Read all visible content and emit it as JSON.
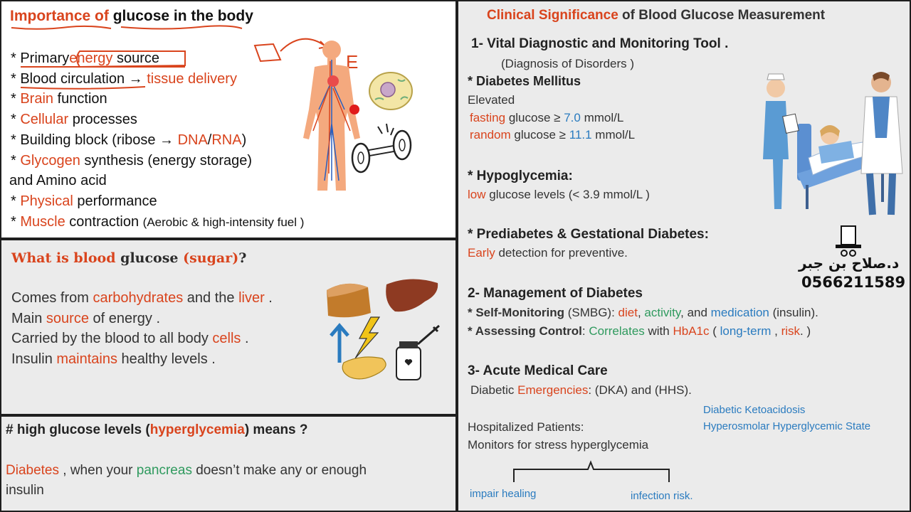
{
  "panel1": {
    "title_a": "Importance of",
    "title_b": "glucose in the body",
    "annot_e": "E",
    "lines": [
      {
        "pre": "* ",
        "plain1": "Primary",
        "hl": "energy",
        "plain2": " source"
      },
      {
        "pre": "* ",
        "plain1": "Blood circulation → ",
        "hl": "tissue delivery"
      },
      {
        "pre": "* ",
        "hl": "Brain",
        "plain2": " function"
      },
      {
        "pre": "* ",
        "hl": "Cellular",
        "plain2": " processes"
      },
      {
        "pre": "* ",
        "plain1": "Building block (ribose → ",
        "hl": "DNA",
        "plain2": "/",
        "hl2": "RNA",
        "plain3": ")"
      },
      {
        "pre": "* ",
        "hl": "Glycogen",
        "plain2": " synthesis (energy storage)"
      },
      {
        "plain1": "and Amino acid"
      },
      {
        "pre": "* ",
        "hl": "Physical",
        "plain2": " performance"
      },
      {
        "pre": "* ",
        "hl": "Muscle",
        "plain2": " contraction ",
        "small": "(Aerobic & high-intensity fuel )"
      }
    ]
  },
  "panel2": {
    "title_a": "What is blood",
    "title_b": "glucose",
    "title_c": "(sugar)",
    "title_d": "?",
    "lines": [
      {
        "t1": "Comes from ",
        "h1": "carbohydrates",
        "t2": " and the ",
        "h2": "liver",
        "t3": " ."
      },
      {
        "t1": "Main ",
        "h1": "source",
        "t2": " of energy ."
      },
      {
        "t1": "Carried by the blood to all body ",
        "h1": "cells",
        "t2": " ."
      },
      {
        "t1": "Insulin ",
        "h1": "maintains",
        "t2": " healthy levels ."
      }
    ]
  },
  "panel3": {
    "title_a": "# high glucose levels (",
    "title_b": "hyperglycemia",
    "title_c": ") means ?",
    "l1_red": "Diabetes",
    "l1_a": " , when your ",
    "l1_green": "pancreas",
    "l1_b": " doesn’t make any or enough",
    "l2": "insulin"
  },
  "panel4": {
    "title_a": "Clinical Significance",
    "title_b": " of Blood Glucose Measurement",
    "s1_heading": "1- Vital Diagnostic and Monitoring Tool .",
    "s1_sub": "(Diagnosis of Disorders )",
    "dm_heading": "* Diabetes Mellitus",
    "dm_elevated": "Elevated",
    "dm_fasting_a": "fasting",
    "dm_fasting_b": " glucose ≥ ",
    "dm_fasting_c": "7.0",
    "dm_fasting_d": " mmol/L",
    "dm_random_a": "random",
    "dm_random_b": " glucose ≥ ",
    "dm_random_c": "11.1",
    "dm_random_d": " mmol/L",
    "hypo_heading": "* Hypoglycemia:",
    "hypo_a": "low",
    "hypo_b": " glucose levels (< 3.9 mmol/L )",
    "pre_heading": "* Prediabetes & Gestational Diabetes:",
    "pre_a": "Early",
    "pre_b": " detection  for preventive.",
    "watermark_name": "د.صلاح بن جبر",
    "watermark_phone": "0566211589",
    "s2_heading": "2-  Management of Diabetes",
    "sm_a": "* Self-Monitoring",
    "sm_b": " (SMBG):  ",
    "sm_diet": "diet",
    "sm_c": ", ",
    "sm_activity": "activity",
    "sm_d": ", and ",
    "sm_med": "medication",
    "sm_e": " (insulin).",
    "ac_a": "* Assessing Control",
    "ac_b": ": ",
    "ac_corr": "Correlates",
    "ac_c": " with ",
    "ac_hba": "HbA1c",
    "ac_d": " ( ",
    "ac_long": "long-term",
    "ac_e": " ,  ",
    "ac_risk": "risk",
    "ac_f": ". )",
    "s3_heading": "3- Acute Medical Care",
    "de_a": "Diabetic ",
    "de_b": "Emergencies",
    "de_c": ": (DKA) and (HHS).",
    "dka": "Diabetic Ketoacidosis",
    "hhs": "Hyperosmolar Hyperglycemic State",
    "hosp": "Hospitalized Patients:",
    "monitors": "Monitors for stress hyperglycemia",
    "impair": "impair healing",
    "infection": "infection risk."
  },
  "colors": {
    "highlight_red": "#d9441d",
    "highlight_green": "#2f9a5e",
    "annotation_blue": "#2a7bbf"
  }
}
